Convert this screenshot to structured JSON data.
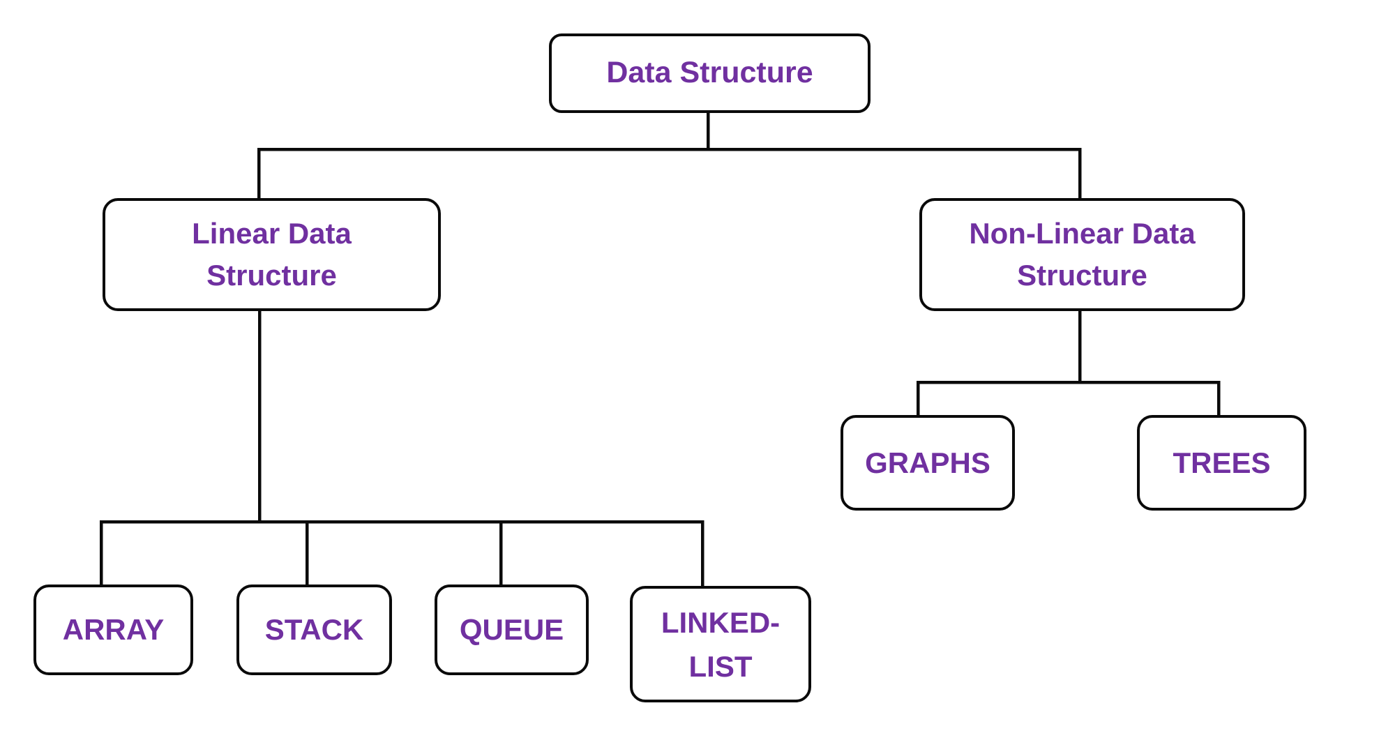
{
  "diagram": {
    "nodes": {
      "root": {
        "lines": [
          "Data Structure"
        ]
      },
      "linear": {
        "lines": [
          "Linear Data",
          "Structure"
        ]
      },
      "nonlinear": {
        "lines": [
          "Non-Linear Data",
          "Structure"
        ]
      },
      "array": {
        "lines": [
          "ARRAY"
        ]
      },
      "stack": {
        "lines": [
          "STACK"
        ]
      },
      "queue": {
        "lines": [
          "QUEUE"
        ]
      },
      "linkedlist": {
        "lines": [
          "LINKED-",
          "LIST"
        ]
      },
      "graphs": {
        "lines": [
          "GRAPHS"
        ]
      },
      "trees": {
        "lines": [
          "TREES"
        ]
      }
    },
    "colors": {
      "label_text": "#7030A0",
      "box_border": "#0a0a0a",
      "connector": "#0a0a0a",
      "canvas_background": "#ffffff"
    }
  }
}
